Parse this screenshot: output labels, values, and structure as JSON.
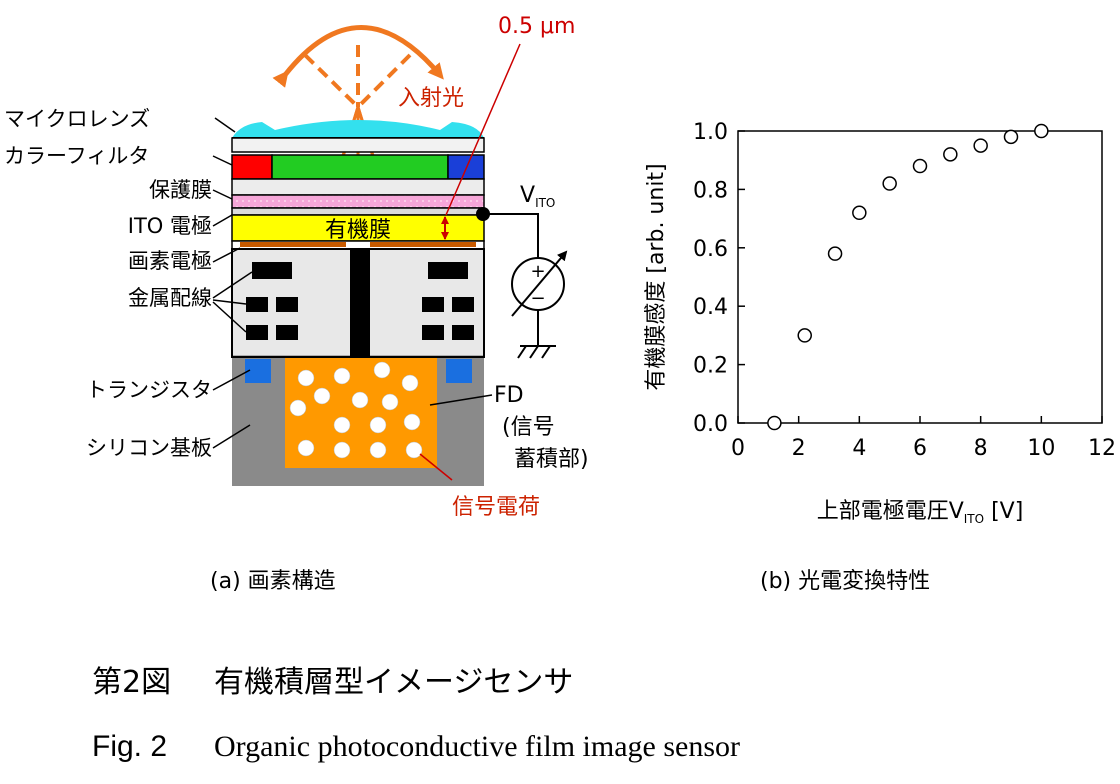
{
  "figure_a": {
    "layer_labels": {
      "microlens": "マイクロレンズ",
      "color_filter": "カラーフィルタ",
      "protective_film": "保護膜",
      "ito_electrode": "ITO 電極",
      "pixel_electrode": "画素電極",
      "metal_wiring": "金属配線",
      "transistor": "トランジスタ",
      "silicon_substrate": "シリコン基板"
    },
    "incident_light": "入射光",
    "thickness": "0.5 μm",
    "organic_film": "有機膜",
    "v_label": "V",
    "v_sub": "ITO",
    "fd_label": "FD",
    "fd_desc_1": "(信号",
    "fd_desc_2": "蓄積部)",
    "signal_charge": "信号電荷",
    "caption": "(a)  画素構造",
    "colors": {
      "microlens": "#33e0ee",
      "red": "#ff0000",
      "green": "#22cc22",
      "blue": "#1a3fd8",
      "organic": "#ffff00",
      "fd": "#ff9900",
      "arrow": "#f07820",
      "substrate": "#8a8a8a"
    }
  },
  "figure_b": {
    "caption": "(b)  光電変換特性",
    "chart_data": {
      "type": "scatter",
      "xlabel": "上部電極電圧V",
      "xlabel_sub": "ITO",
      "xlabel_unit": " [V]",
      "ylabel": "有機膜感度 [arb. unit]",
      "xlim": [
        0,
        12
      ],
      "ylim": [
        0,
        1.0
      ],
      "xticks": [
        "0",
        "2",
        "4",
        "6",
        "8",
        "10",
        "12"
      ],
      "yticks": [
        "0.0",
        "0.2",
        "0.4",
        "0.6",
        "0.8",
        "1.0"
      ],
      "series": [
        {
          "x": [
            1.2,
            2.2,
            3.2,
            4.0,
            5.0,
            6.0,
            7.0,
            8.0,
            9.0,
            10.0
          ],
          "y": [
            0.0,
            0.3,
            0.58,
            0.72,
            0.82,
            0.88,
            0.92,
            0.95,
            0.98,
            1.0
          ]
        }
      ],
      "marker": "open-circle",
      "grid": false
    }
  },
  "caption": {
    "ja_prefix": "第2図",
    "ja_title": "有機積層型イメージセンサ",
    "en_prefix": "Fig. 2",
    "en_title": "Organic photoconductive film image sensor"
  }
}
